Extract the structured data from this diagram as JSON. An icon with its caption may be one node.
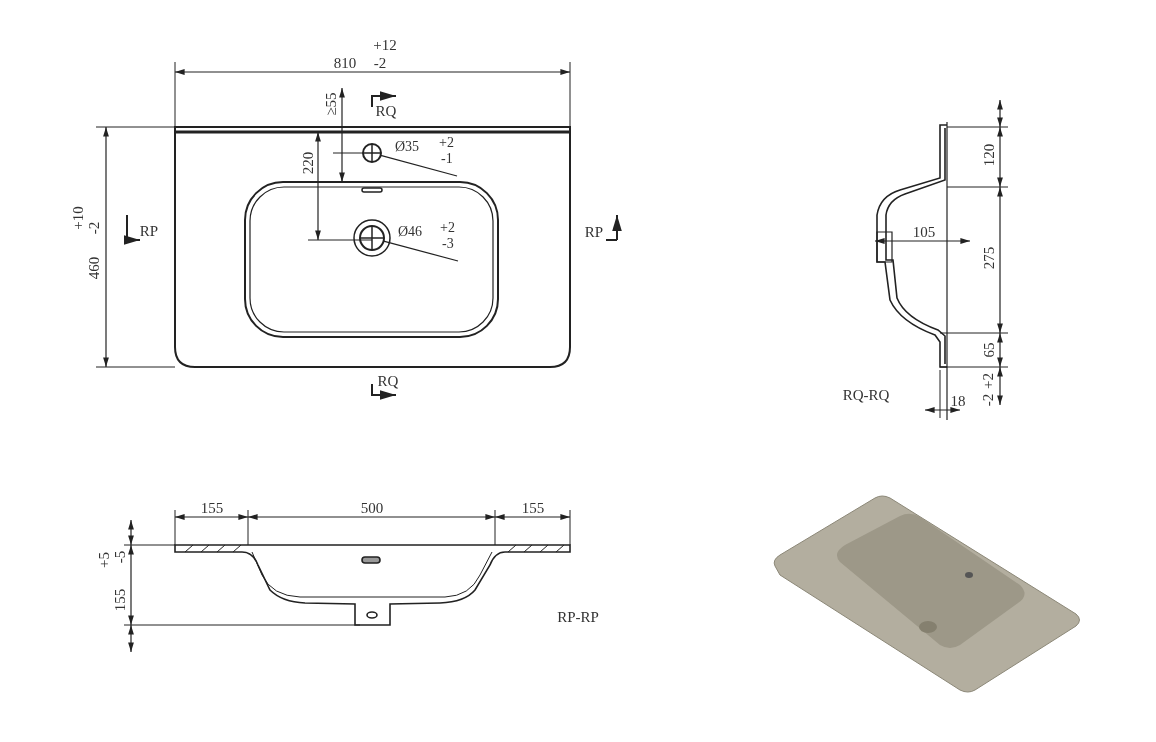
{
  "diagram": {
    "nodes": [
      {
        "text": [
          "Ø35",
          "+2",
          "-1"
        ]
      },
      {
        "text": [],
        "shape": "circle"
      },
      {
        "text": [
          "Ø46",
          "+2",
          "-3"
        ]
      },
      {
        "text": [],
        "shape": "circle"
      }
    ],
    "edges": [
      {
        "from": 0,
        "to": 1,
        "arrow": "none"
      },
      {
        "from": 2,
        "to": 3,
        "arrow": "none"
      }
    ],
    "labels": [
      "+12",
      "810",
      "-2",
      "≥55",
      "RQ",
      "220",
      "+10",
      "460",
      "-2",
      "RP",
      "RP",
      "RQ",
      "120",
      "105",
      "275",
      "65",
      "RQ-RQ",
      "+2",
      "18",
      "-2",
      "155",
      "500",
      "155",
      "+5",
      "155",
      "-5",
      "RP-RP"
    ]
  }
}
